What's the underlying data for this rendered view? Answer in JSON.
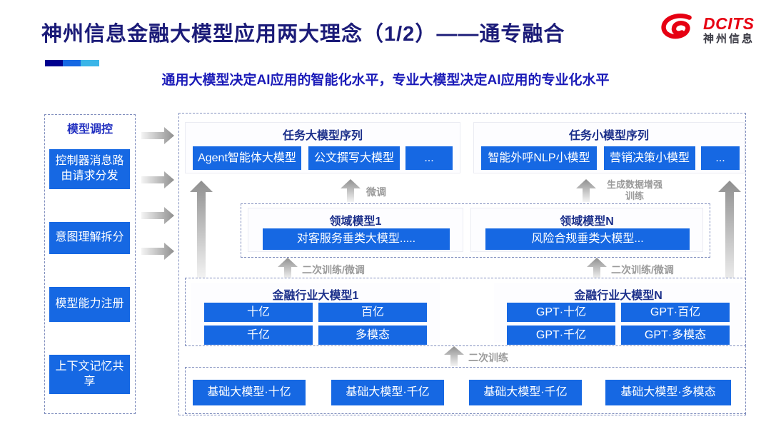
{
  "header": {
    "title": "神州信息金融大模型应用两大理念（1/2）——通专融合",
    "subtitle": "通用大模型决定AI应用的智能化水平，专业大模型决定AI应用的专业化水平",
    "brand": {
      "name": "DCITS",
      "name_cn": "神州信息"
    }
  },
  "colors": {
    "accent_blue": "#1668E3",
    "title_navy": "#1B1B78",
    "subtitle_blue": "#1B1BB8",
    "brand_red": "#E60012",
    "frame_border_blue": "#7F8DBD",
    "arrow_gray": "#8F8F8F",
    "label_gray": "#9B9B9B"
  },
  "sidebar": {
    "title": "模型调控",
    "items": [
      {
        "label": "控制器消息路由请求分发"
      },
      {
        "label": "意图理解拆分"
      },
      {
        "label": "模型能力注册"
      },
      {
        "label": "上下文记忆共享"
      }
    ]
  },
  "diagram": {
    "task_large": {
      "title": "任务大模型序列",
      "items": [
        "Agent智能体大模型",
        "公文撰写大模型",
        "..."
      ]
    },
    "task_small": {
      "title": "任务小模型序列",
      "items": [
        "智能外呼NLP小模型",
        "营销决策小模型",
        "..."
      ]
    },
    "labels": {
      "fine_tune": "微调",
      "gen_data_line1": "生成数据增强",
      "gen_data_line2": "训练",
      "secondary_left": "二次训练/微调",
      "secondary_right": "二次训练/微调",
      "secondary_bottom": "二次训练"
    },
    "domain": {
      "model1": {
        "title": "领域模型1",
        "item": "对客服务垂类大模型....."
      },
      "modelN": {
        "title": "领域模型N",
        "item": "风险合规垂类大模型..."
      }
    },
    "industry": {
      "model1": {
        "title": "金融行业大模型1",
        "items": [
          "十亿",
          "百亿",
          "千亿",
          "多模态"
        ]
      },
      "modelN": {
        "title": "金融行业大模型N",
        "items": [
          "GPT·十亿",
          "GPT·百亿",
          "GPT·千亿",
          "GPT·多模态"
        ]
      }
    },
    "base": {
      "items": [
        "基础大模型·十亿",
        "基础大模型·千亿",
        "基础大模型·千亿",
        "基础大模型·多模态"
      ]
    }
  }
}
